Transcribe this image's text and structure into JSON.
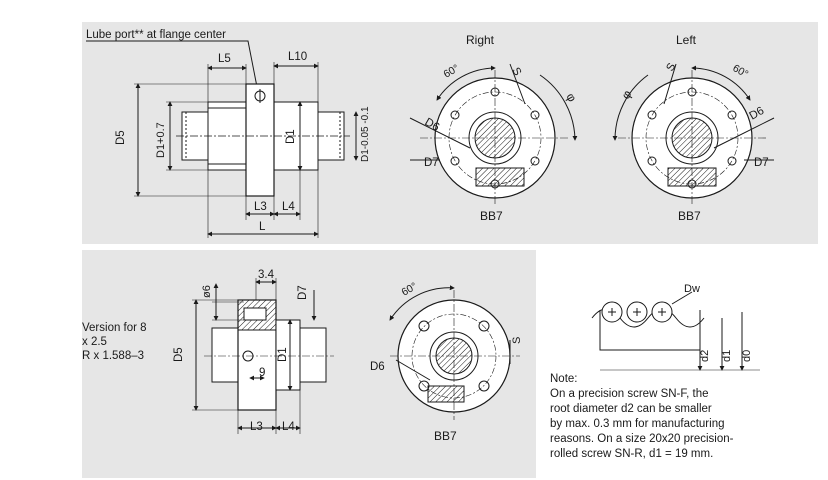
{
  "colors": {
    "panel": "#e6e6e6",
    "line": "#1a1a1a",
    "part": "#ffffff",
    "shade": "#bdbdbd"
  },
  "top_left": {
    "lube_port_label": "Lube port** at flange center",
    "dims": {
      "L5": "L5",
      "L10": "L10",
      "D5": "D5",
      "D1_tol": "D1+0.7",
      "D1": "D1",
      "D1_tol2": "D1-0.05 -0.1",
      "L3": "L3",
      "L4": "L4",
      "L": "L"
    }
  },
  "right_view": {
    "title": "Right",
    "angle": "60°",
    "S": "S",
    "phi": "φ",
    "D6": "D6",
    "D7": "D7",
    "caption": "BB7"
  },
  "left_view": {
    "title": "Left",
    "angle": "60°",
    "S": "S",
    "phi": "φ",
    "D6": "D6",
    "D7": "D7",
    "caption": "BB7"
  },
  "bottom_left": {
    "version_lines": [
      "Version for 8",
      "x 2.5",
      "R x 1.588–3"
    ],
    "dims": {
      "phi6": "ø6",
      "dim_34": "3.4",
      "D7": "D7",
      "D5": "D5",
      "D1": "D1",
      "nine": "9",
      "L3": "L3",
      "L4": "L4"
    }
  },
  "bottom_mid": {
    "angle": "60°",
    "S": "S",
    "D6": "D6",
    "caption": "BB7"
  },
  "bottom_right": {
    "labels": {
      "Dw": "Dw",
      "d2": "d2",
      "d1": "d1",
      "d0": "d0"
    },
    "note_lines": [
      "Note:",
      "On a precision screw SN-F, the",
      "root diameter d2 can be smaller",
      "by max. 0.3 mm for manufacturing",
      "reasons. On a size 20x20 precision-",
      "rolled screw SN-R, d1 = 19 mm."
    ]
  }
}
